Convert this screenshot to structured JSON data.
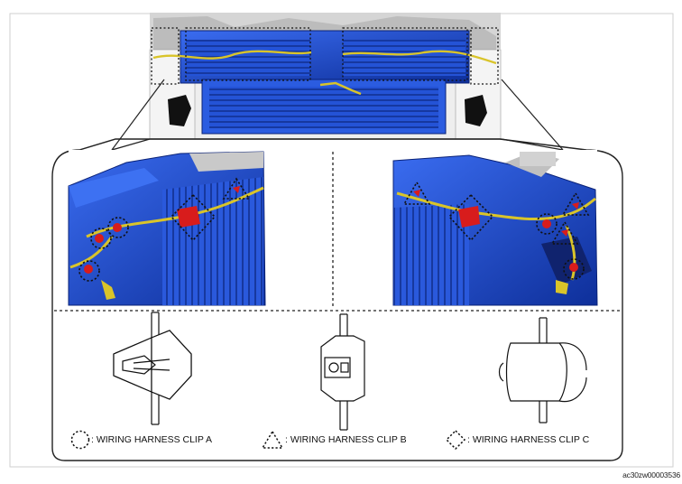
{
  "legend": {
    "clip_a": ": WIRING HARNESS CLIP A",
    "clip_b": ": WIRING HARNESS CLIP B",
    "clip_c": ": WIRING HARNESS CLIP C"
  },
  "figure_code": "ac30zw00003536",
  "colors": {
    "module_blue": "#1f4fd8",
    "module_dark": "#0b2a8c",
    "harness_yellow": "#d9c42a",
    "clip_red": "#d81c1c",
    "outline": "#111111"
  }
}
